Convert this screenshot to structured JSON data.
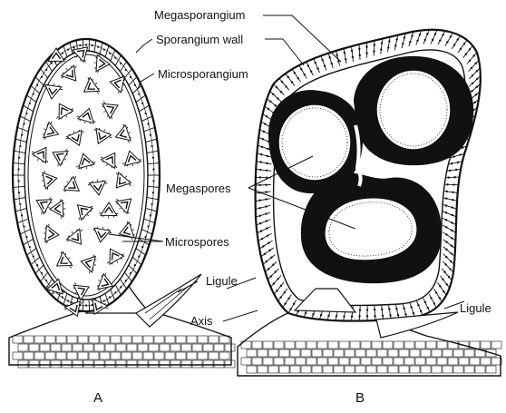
{
  "labels": {
    "megasporangium": "Megasporangium",
    "sporangium_wall": "Sporangium wall",
    "microsporangium": "Microsporangium",
    "megaspores": "Megaspores",
    "microspores": "Microspores",
    "ligule_left": "Ligule",
    "axis": "Axis",
    "ligule_right": "Ligule"
  },
  "panels": {
    "a": "A",
    "b": "B"
  },
  "colors": {
    "ink": "#111111",
    "paper": "#ffffff"
  }
}
